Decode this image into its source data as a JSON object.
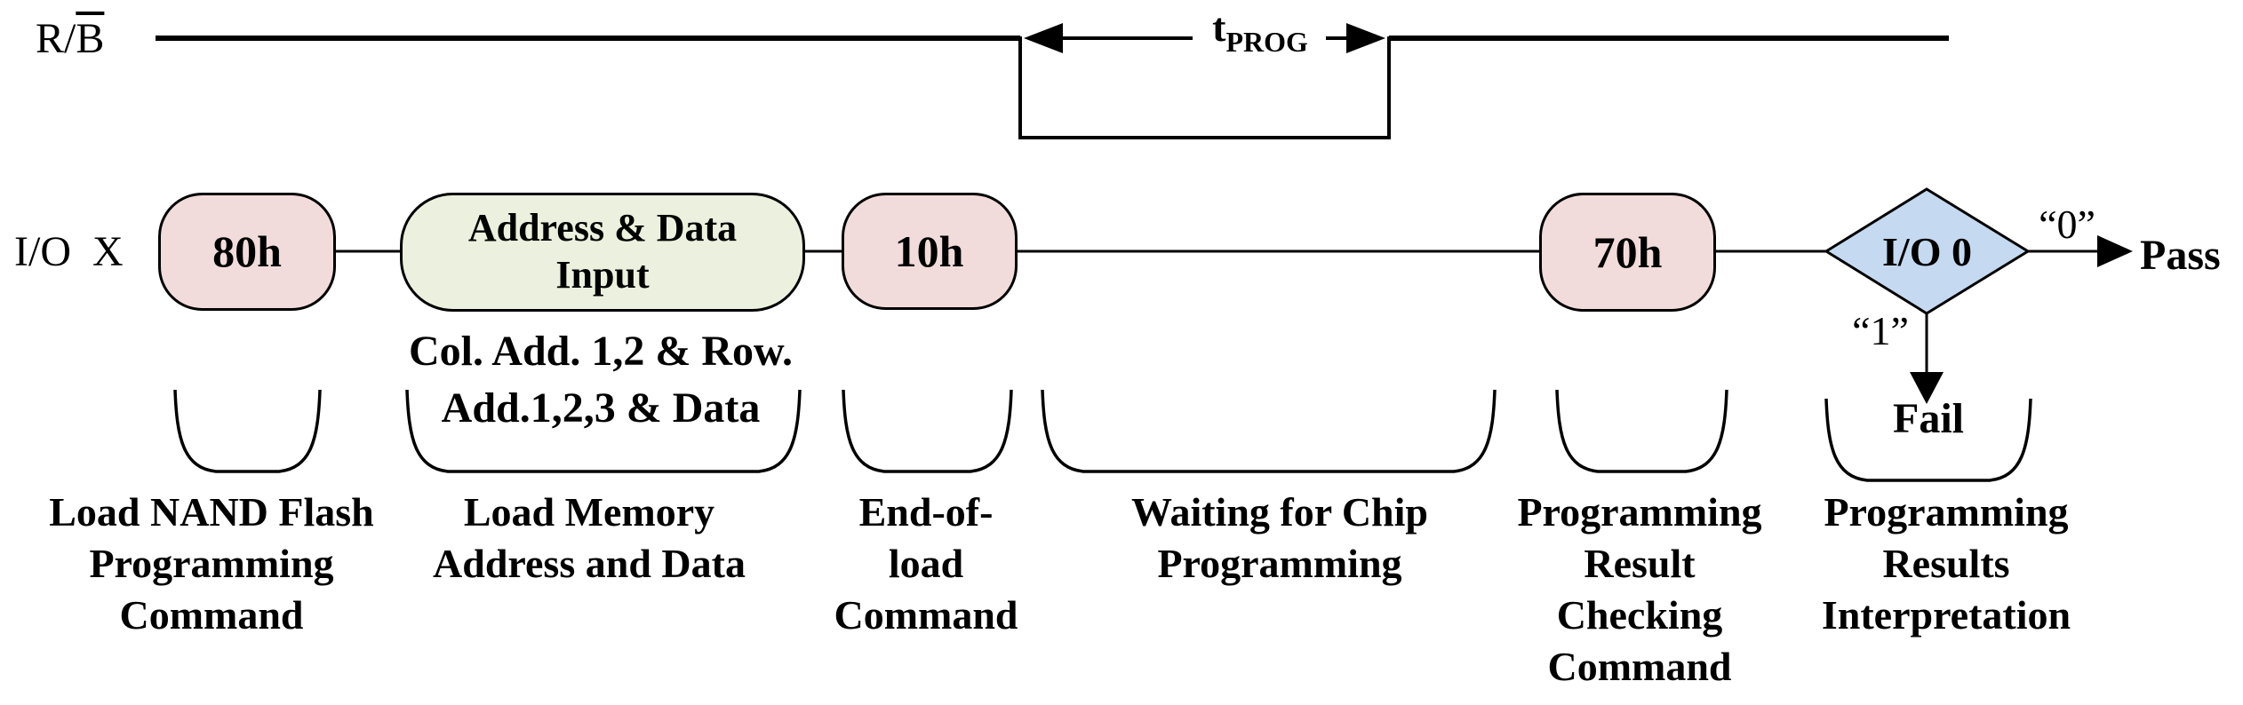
{
  "signals": {
    "rb_prefix": "R/",
    "rb_bar_letter": "B",
    "io_label": "I/O  X",
    "tprog_symbol": "t",
    "tprog_subscript": "PROG"
  },
  "nodes": {
    "cmd_80h": "80h",
    "addr_input": "Address & Data\nInput",
    "cmd_10h": "10h",
    "cmd_70h": "70h",
    "decision": "I/O 0"
  },
  "notes": {
    "col_row_add": "Col. Add. 1,2 & Row.\nAdd.1,2,3 & Data"
  },
  "branches": {
    "zero": "“0”",
    "one": "“1”",
    "pass": "Pass",
    "fail": "Fail"
  },
  "captions": {
    "load_cmd": "Load NAND Flash\nProgramming\nCommand",
    "load_mem": "Load Memory\nAddress and Data",
    "end_of_load": "End-of-\nload\nCommand",
    "waiting": "Waiting for Chip\nProgramming",
    "result_check": "Programming\nResult\nChecking\nCommand",
    "result_interp": "Programming\nResults\nInterpretation"
  },
  "colors": {
    "command_fill": "#f2dcdb",
    "data_fill": "#ebf1de",
    "decision_fill": "#c5d9f1",
    "stroke": "#000000"
  }
}
